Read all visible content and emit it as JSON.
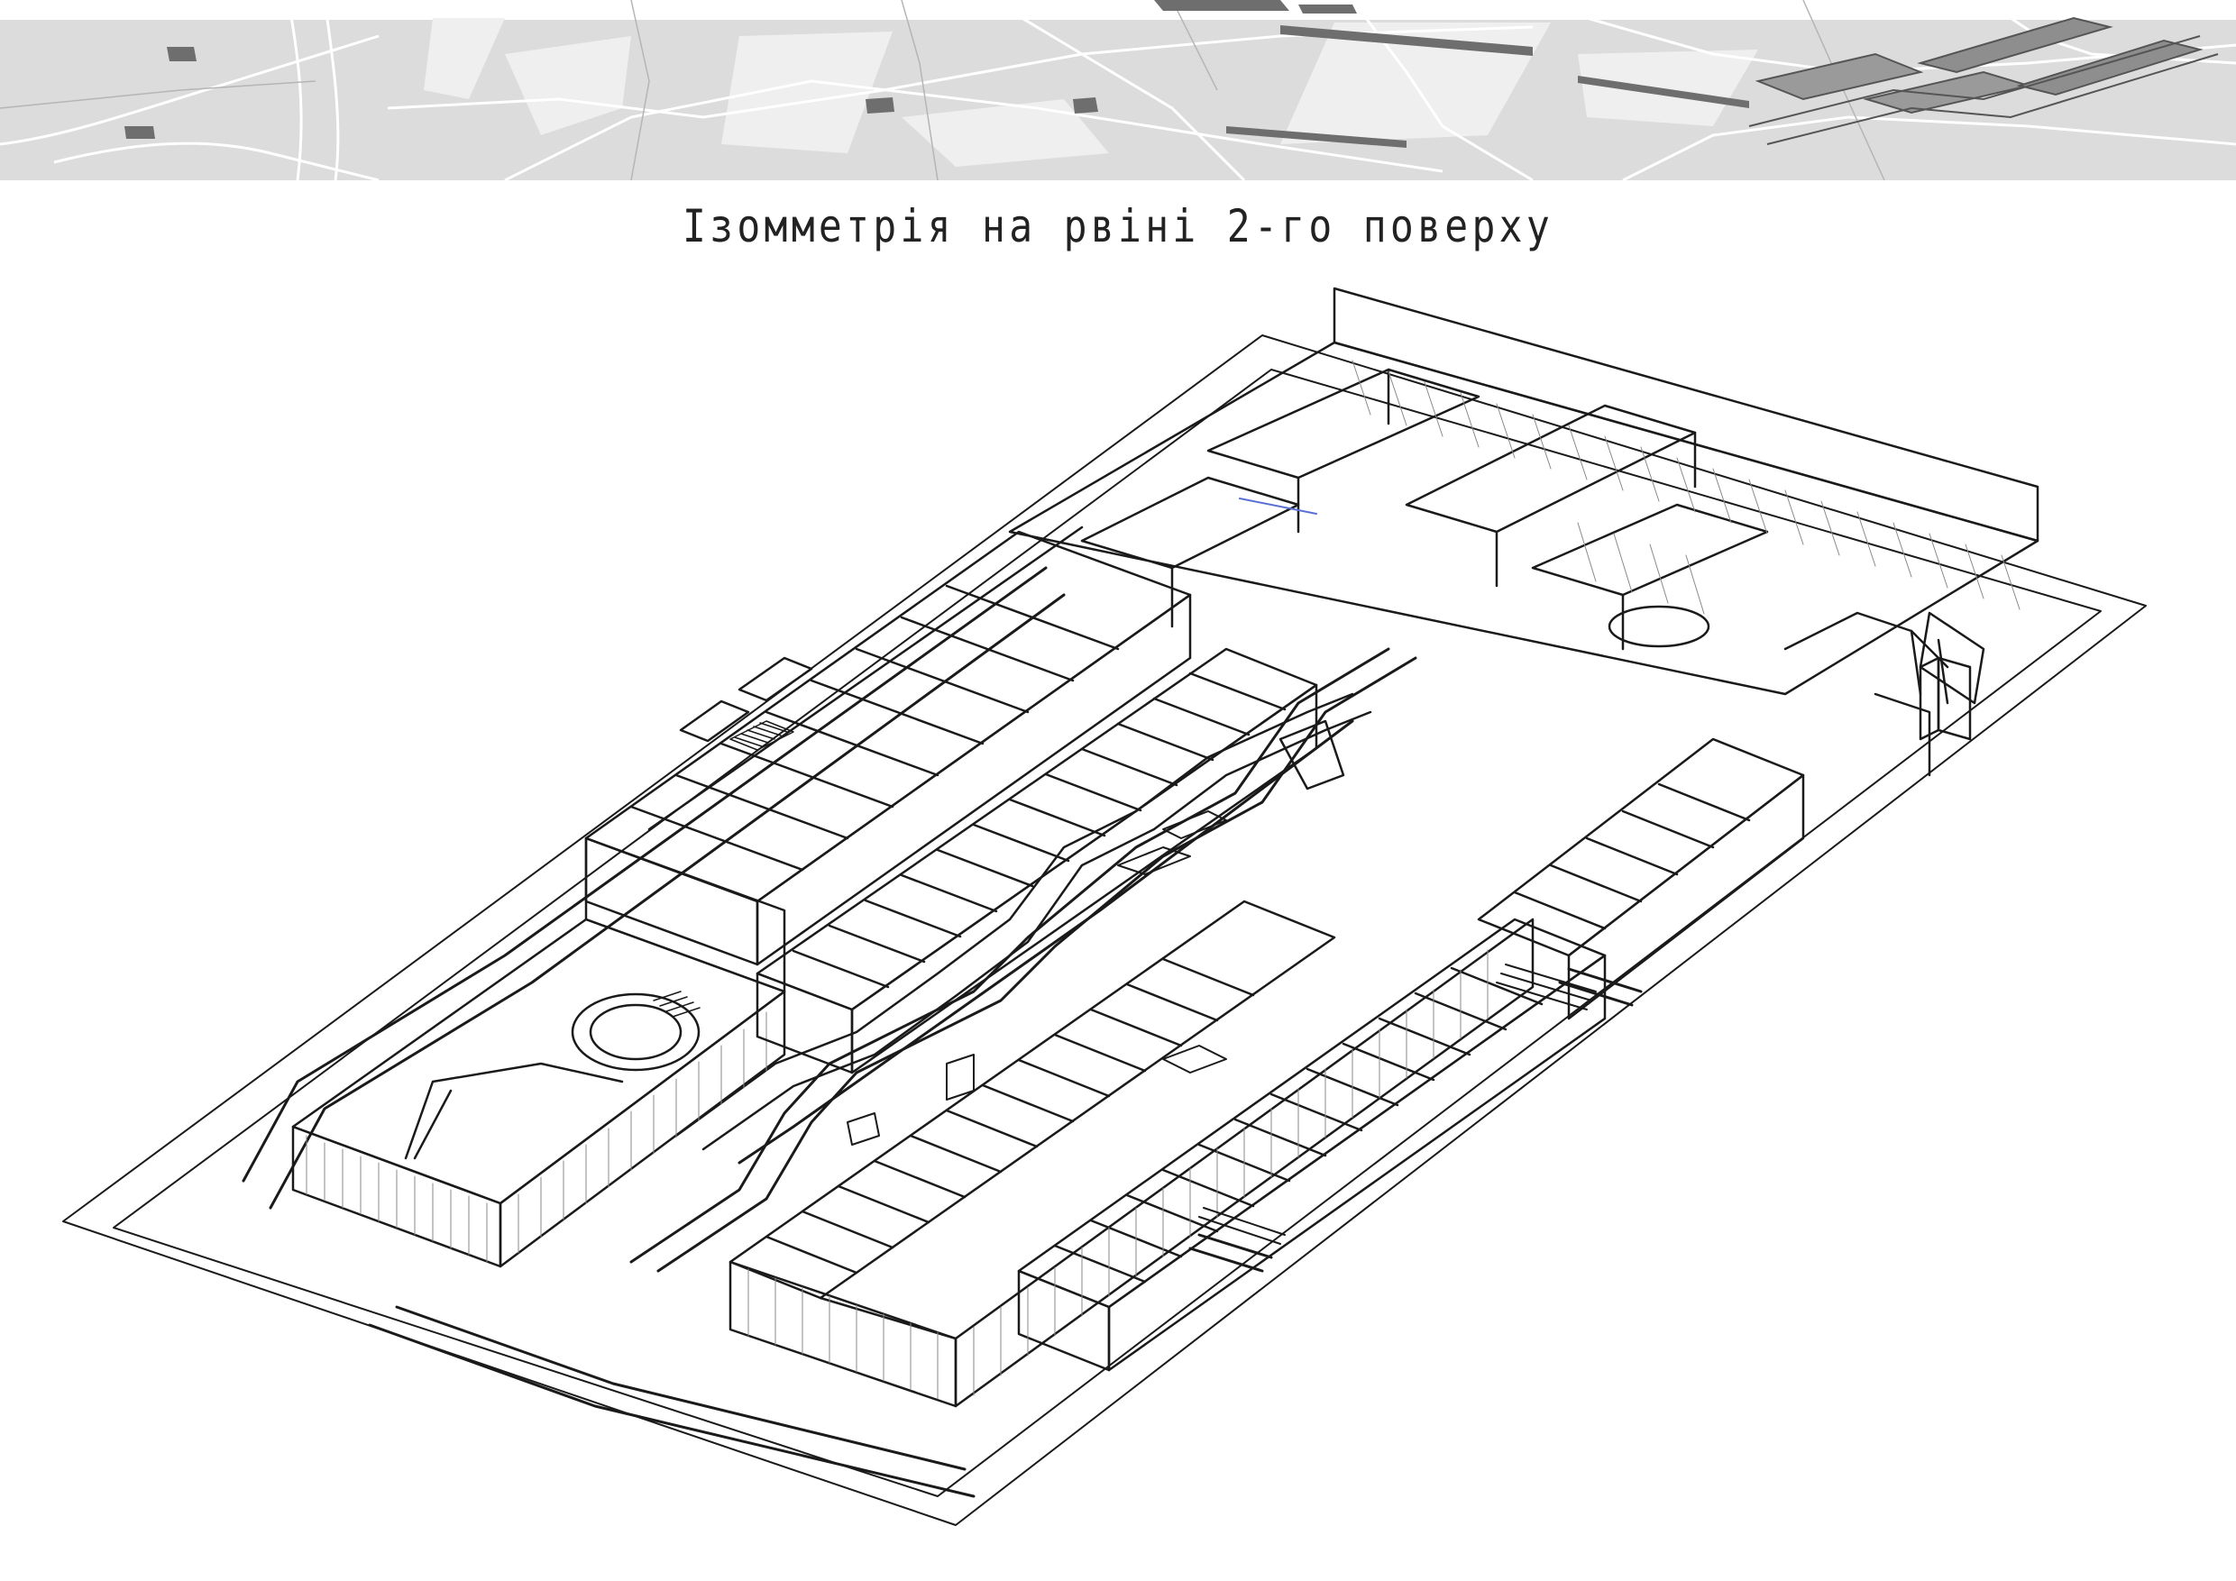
{
  "sheet": {
    "title": "Ізомметрія на рвіні 2-го поверху"
  },
  "colors": {
    "band_bg": "#d8d8d8",
    "band_light": "#efefef",
    "band_line": "#ffffff",
    "band_dark": "#6e6e6e",
    "drawing_line": "#1a1a1a",
    "glazing_line": "#8a8a8a",
    "accent_blue": "#5a6fd6"
  },
  "drawing": {
    "projection": "isometric",
    "level": "2nd floor",
    "top_strip": "3D site context map"
  }
}
